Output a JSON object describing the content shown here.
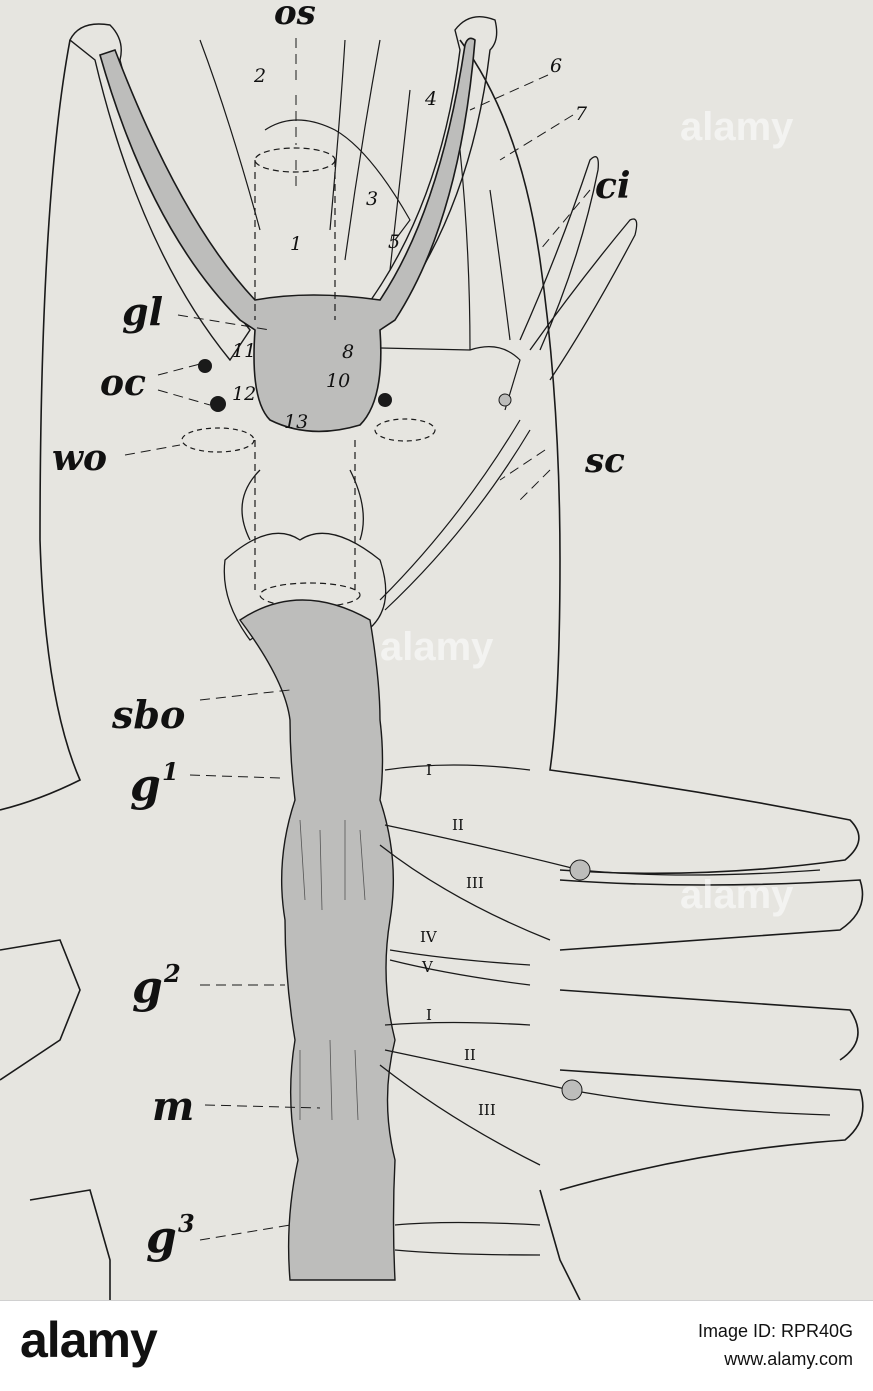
{
  "figure": {
    "labels": {
      "os": "os",
      "ci": "ci",
      "gl": "gl",
      "oc": "oc",
      "wo": "wo",
      "sc": "sc",
      "sbo": "sbo",
      "g1": "g",
      "g1_sup": "1",
      "g2": "g",
      "g2_sup": "2",
      "m": "m",
      "g3": "g",
      "g3_sup": "3"
    },
    "numbers": {
      "n1": "1",
      "n2": "2",
      "n3": "3",
      "n4": "4",
      "n5": "5",
      "n6": "6",
      "n7": "7",
      "n8": "8",
      "n10": "10",
      "n11": "11",
      "n12": "12",
      "n13": "13"
    },
    "nerves": {
      "seg1_I": "I",
      "seg1_II": "II",
      "seg1_III": "III",
      "seg1_IV": "IV",
      "seg1_V": "V",
      "seg2_I": "I",
      "seg2_II": "II",
      "seg2_III": "III"
    },
    "watermark": "alamy",
    "colors": {
      "nerve_fill": "#bdbdbb",
      "ink": "#1a1a1a",
      "paper": "#e6e5e0"
    }
  },
  "footer": {
    "brand": "alamy",
    "image_id": "Image ID: RPR40G",
    "url": "www.alamy.com"
  }
}
